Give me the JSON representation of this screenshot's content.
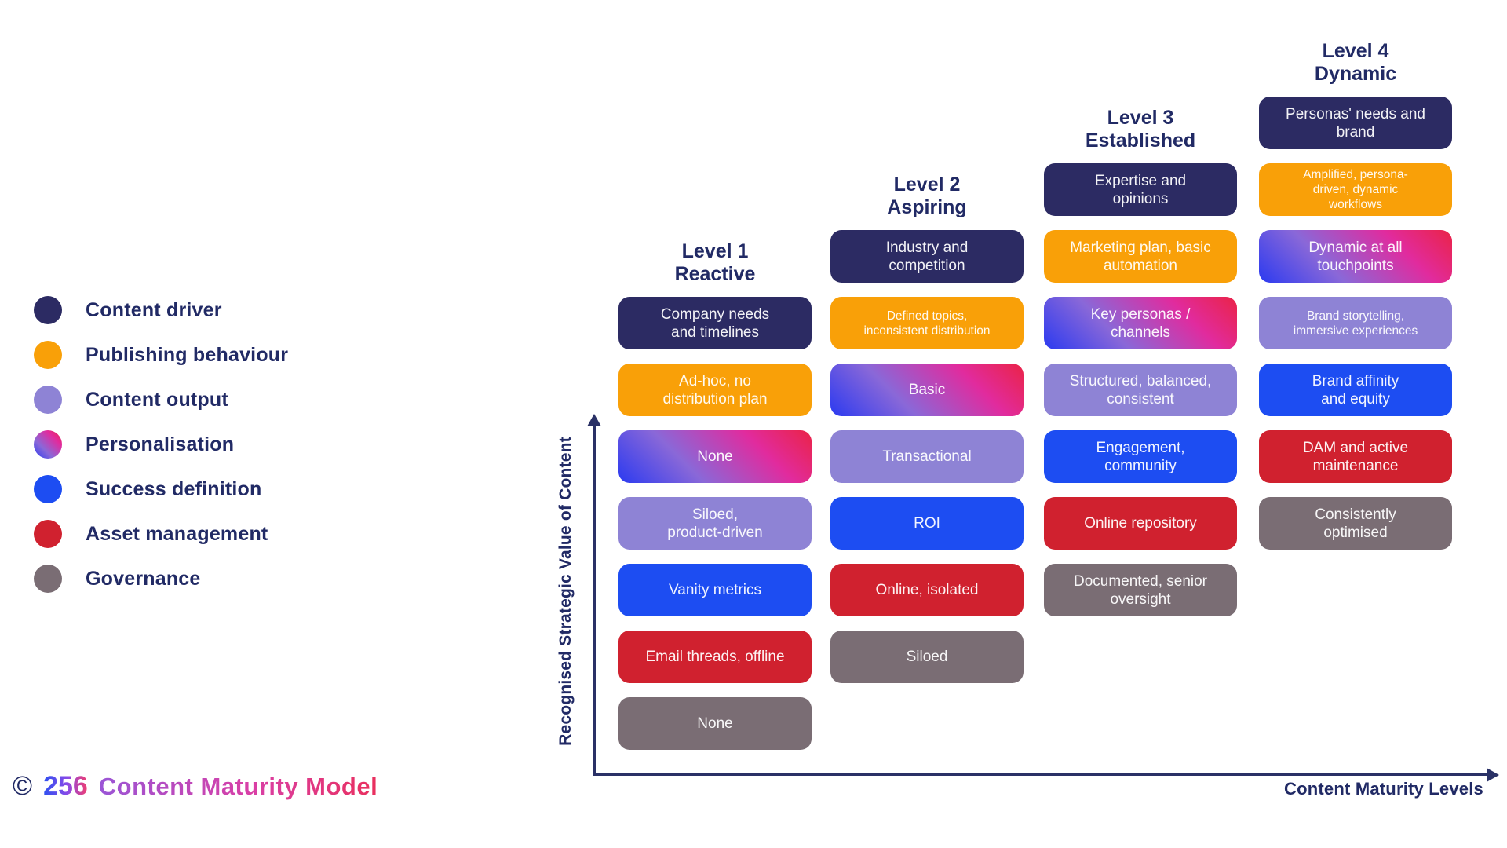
{
  "legend": {
    "items": [
      {
        "label": "Content driver",
        "category": "content-driver",
        "color": "#2c2b63"
      },
      {
        "label": "Publishing behaviour",
        "category": "publishing-behaviour",
        "color": "#f9a008"
      },
      {
        "label": "Content output",
        "category": "content-output",
        "color": "#8e83d5"
      },
      {
        "label": "Personalisation",
        "category": "personalisation",
        "color": "gradient(#2b3af0,#8a68d8,#e12b9e,#ea2347)"
      },
      {
        "label": "Success definition",
        "category": "success-definition",
        "color": "#1d4df2"
      },
      {
        "label": "Asset management",
        "category": "asset-management",
        "color": "#d0212f"
      },
      {
        "label": "Governance",
        "category": "governance",
        "color": "#7a6d74"
      }
    ]
  },
  "columns": [
    {
      "title_line1": "Level 1",
      "title_line2": "Reactive",
      "boxes": [
        {
          "text": "Company needs\nand timelines",
          "category": "content-driver"
        },
        {
          "text": "Ad-hoc, no\ndistribution plan",
          "category": "publishing-behaviour"
        },
        {
          "text": "None",
          "category": "personalisation"
        },
        {
          "text": "Siloed,\nproduct-driven",
          "category": "content-output"
        },
        {
          "text": "Vanity metrics",
          "category": "success-definition"
        },
        {
          "text": "Email threads, offline",
          "category": "asset-management"
        },
        {
          "text": "None",
          "category": "governance"
        }
      ]
    },
    {
      "title_line1": "Level 2",
      "title_line2": "Aspiring",
      "boxes": [
        {
          "text": "Industry and\ncompetition",
          "category": "content-driver"
        },
        {
          "text": "Defined topics,\ninconsistent distribution",
          "category": "publishing-behaviour"
        },
        {
          "text": "Basic",
          "category": "personalisation"
        },
        {
          "text": "Transactional",
          "category": "content-output"
        },
        {
          "text": "ROI",
          "category": "success-definition"
        },
        {
          "text": "Online, isolated",
          "category": "asset-management"
        },
        {
          "text": "Siloed",
          "category": "governance"
        }
      ]
    },
    {
      "title_line1": "Level 3",
      "title_line2": "Established",
      "boxes": [
        {
          "text": "Expertise and\nopinions",
          "category": "content-driver"
        },
        {
          "text": "Marketing plan, basic\nautomation",
          "category": "publishing-behaviour"
        },
        {
          "text": "Key personas /\nchannels",
          "category": "personalisation"
        },
        {
          "text": "Structured, balanced,\nconsistent",
          "category": "content-output"
        },
        {
          "text": "Engagement,\ncommunity",
          "category": "success-definition"
        },
        {
          "text": "Online repository",
          "category": "asset-management"
        },
        {
          "text": "Documented, senior\noversight",
          "category": "governance"
        }
      ]
    },
    {
      "title_line1": "Level 4",
      "title_line2": "Dynamic",
      "boxes": [
        {
          "text": "Personas' needs and\nbrand",
          "category": "content-driver"
        },
        {
          "text": "Amplified, persona-\ndriven, dynamic\nworkflows",
          "category": "publishing-behaviour"
        },
        {
          "text": "Dynamic at all\ntouchpoints",
          "category": "personalisation"
        },
        {
          "text": "Brand storytelling,\nimmersive experiences",
          "category": "content-output"
        },
        {
          "text": "Brand affinity\nand equity",
          "category": "success-definition"
        },
        {
          "text": "DAM and active\nmaintenance",
          "category": "asset-management"
        },
        {
          "text": "Consistently\noptimised",
          "category": "governance"
        }
      ]
    }
  ],
  "axes": {
    "y_label": "Recognised Strategic Value of Content",
    "x_label": "Content Maturity Levels"
  },
  "footer": {
    "copyright": "©",
    "brand": "256",
    "title": "Content Maturity Model"
  },
  "colors": {
    "text_navy": "#212a65",
    "axis_navy": "#2a3166",
    "navy_box": "#2c2b63",
    "orange_box": "#f9a008",
    "purple_box": "#8e83d5",
    "blue_box": "#1d4df2",
    "red_box": "#d0212f",
    "gray_box": "#7a6d74",
    "gradient_stops": [
      "#2b3af0",
      "#8a68d8",
      "#e12b9e",
      "#ea2347"
    ]
  }
}
